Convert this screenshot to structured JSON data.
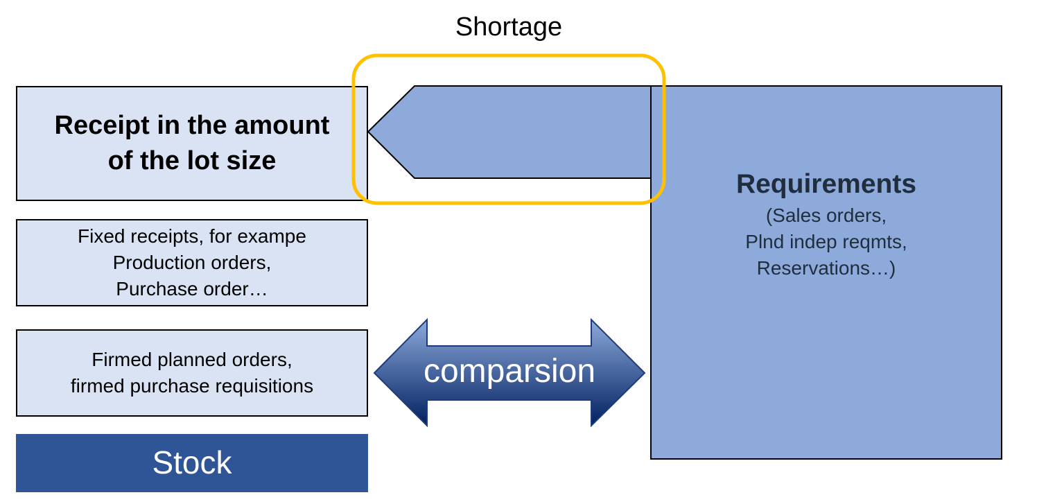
{
  "shortage": {
    "label": "Shortage"
  },
  "receipt": {
    "line1": "Receipt in the amount",
    "line2": "of the lot size"
  },
  "fixed_receipts": {
    "line1": "Fixed receipts, for exampe",
    "line2": "Production orders,",
    "line3": "Purchase order…"
  },
  "firmed": {
    "line1": "Firmed planned orders,",
    "line2": "firmed purchase requisitions"
  },
  "stock": {
    "label": "Stock"
  },
  "requirements": {
    "title": "Requirements",
    "line1": "(Sales orders,",
    "line2": "Plnd indep reqmts,",
    "line3": "Reservations…)"
  },
  "comparison": {
    "label": "comparsion"
  },
  "colors": {
    "light_box": "#dae3f3",
    "requirements_fill": "#8eaadb",
    "stock_fill": "#2f5597",
    "highlight": "#ffc000",
    "arrow_dark": "#002060",
    "arrow_light": "#8eaadb"
  }
}
